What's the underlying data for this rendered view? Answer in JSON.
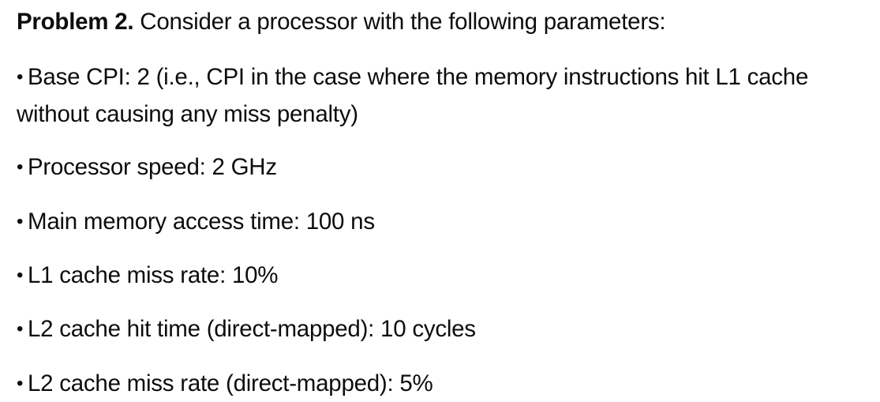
{
  "document": {
    "background_color": "#ffffff",
    "text_color": "#0d0d0d",
    "heading": {
      "label": "Problem 2.",
      "rest": " Consider a processor with the following parameters:"
    },
    "bullet_glyph": "•",
    "bullets": [
      {
        "text": "Base CPI: 2 (i.e., CPI in the case where the memory instructions hit L1 cache without causing any miss penalty)"
      },
      {
        "text": "Processor speed: 2 GHz"
      },
      {
        "text": "Main memory access time: 100 ns"
      },
      {
        "text": "L1 cache miss rate: 10%"
      },
      {
        "text": "L2 cache hit time (direct-mapped): 10 cycles"
      },
      {
        "text": "L2 cache miss rate (direct-mapped): 5%"
      }
    ]
  }
}
